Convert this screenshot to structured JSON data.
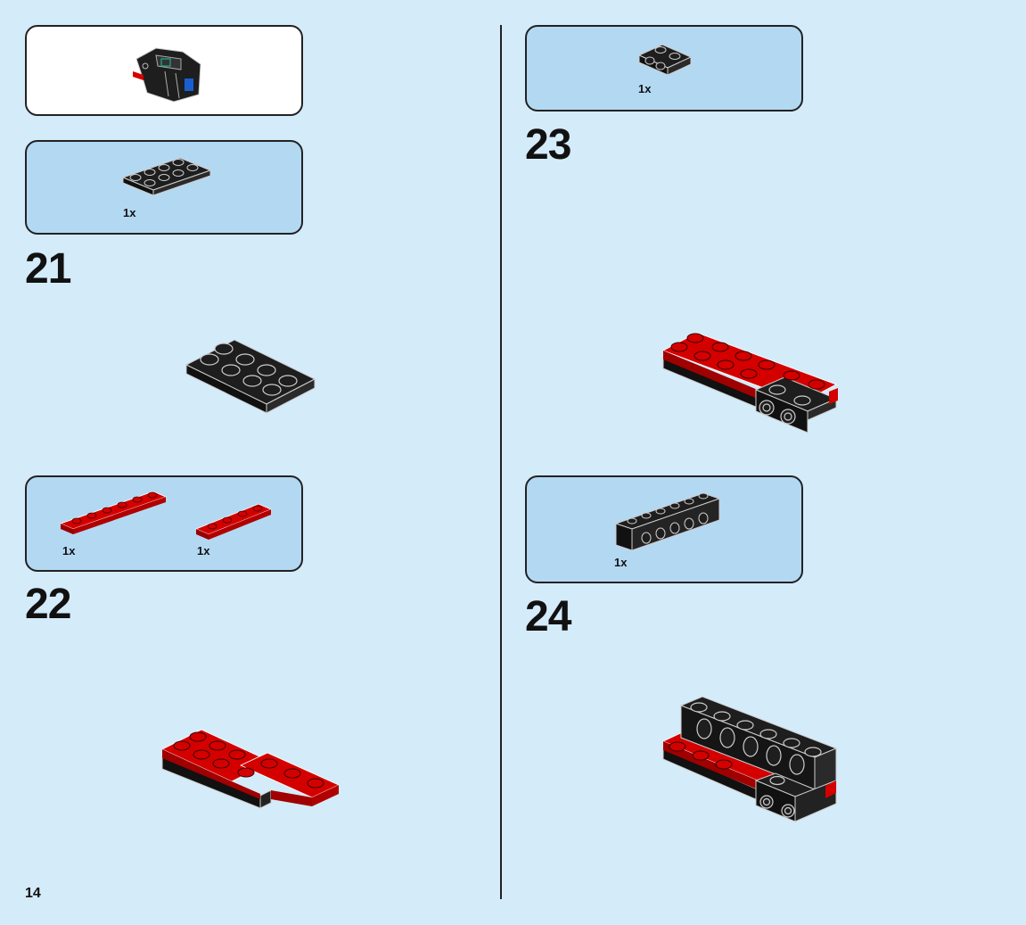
{
  "page": {
    "number": "14"
  },
  "colors": {
    "background": "#d4ebfa",
    "callout": "#b3d8f2",
    "brick_black": "#1e1e1e",
    "brick_red": "#d40000"
  },
  "submodel": {
    "icon": "submodel-assembly-icon"
  },
  "steps": [
    {
      "number": "21",
      "parts": [
        {
          "qty": "1x",
          "icon": "black-plate-2x4-icon"
        }
      ]
    },
    {
      "number": "22",
      "parts": [
        {
          "qty": "1x",
          "icon": "red-plate-1x6-icon"
        },
        {
          "qty": "1x",
          "icon": "red-plate-1x4-icon"
        }
      ]
    },
    {
      "number": "23",
      "parts": [
        {
          "qty": "1x",
          "icon": "black-bracket-icon"
        }
      ]
    },
    {
      "number": "24",
      "parts": [
        {
          "qty": "1x",
          "icon": "black-technic-brick-1x6-icon"
        }
      ]
    }
  ]
}
